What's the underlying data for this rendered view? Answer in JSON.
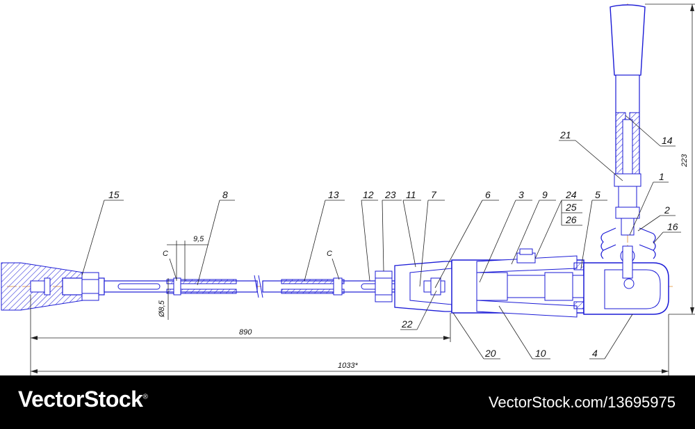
{
  "drawing": {
    "callouts": [
      "15",
      "8",
      "13",
      "12",
      "23",
      "11",
      "7",
      "6",
      "3",
      "9",
      "24",
      "25",
      "26",
      "5",
      "1",
      "2",
      "16",
      "14",
      "21",
      "22",
      "20",
      "10",
      "4"
    ],
    "dimensions": {
      "length_890": "890",
      "length_1033": "1033*",
      "height_223": "223",
      "width_9_5": "9,5",
      "diameter_8_5": "Ø8,5",
      "section_c_left": "C",
      "section_c_right": "C"
    }
  },
  "footer": {
    "brand": "VectorStock",
    "registered": "®",
    "url": "VectorStock.com/13695975"
  },
  "colors": {
    "line": "#1a1ad6",
    "centerline": "#e08a2c",
    "footer_bg": "#000000"
  }
}
